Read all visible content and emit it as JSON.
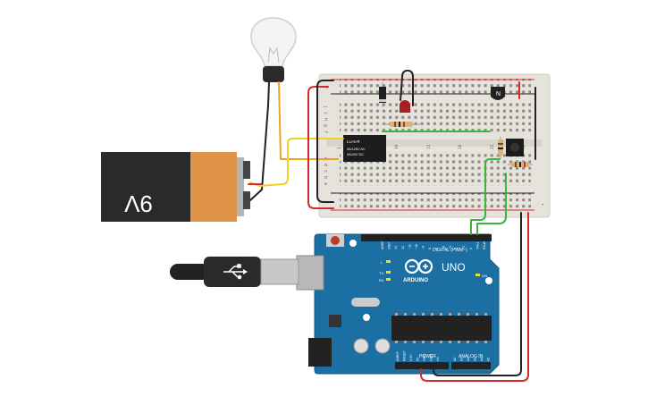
{
  "battery": {
    "label": "9V"
  },
  "relay": {
    "part": "LU-5-R",
    "line1": "3A/125V AC",
    "line2": "3A/24V DC"
  },
  "transistor": {
    "label": "N"
  },
  "arduino": {
    "brand": "ARDUINO",
    "model": "UNO",
    "digital_label": "DIGITAL (PWM~)",
    "power_label": "POWER",
    "analog_label": "ANALOG IN",
    "led_l": "L",
    "led_tx": "TX",
    "led_rx": "RX",
    "led_on": "ON",
    "digital_pins": [
      "AREF",
      "GND",
      "13",
      "12",
      "~11",
      "~10",
      "~9",
      "8",
      "7",
      "~6",
      "~5",
      "4",
      "~3",
      "2",
      "TX▸1",
      "RX◂0"
    ],
    "power_pins": [
      "IOREF",
      "RESET",
      "3.3V",
      "5V",
      "GND",
      "GND",
      "Vin"
    ],
    "analog_pins": [
      "A0",
      "A1",
      "A2",
      "A3",
      "A4",
      "A5"
    ]
  },
  "breadboard": {
    "row_letters_top": [
      "j",
      "i",
      "h",
      "g",
      "f"
    ],
    "row_letters_bottom": [
      "e",
      "d",
      "c",
      "b",
      "a"
    ],
    "column_numbers": [
      "1",
      "5",
      "10",
      "15",
      "20",
      "25",
      "30"
    ],
    "rail_plus": "+",
    "rail_minus": "-"
  },
  "colors": {
    "wire_red": "#d42a2a",
    "wire_black": "#222222",
    "wire_green": "#3cb43c",
    "wire_orange": "#f0a020",
    "wire_yellow": "#f0d020",
    "arduino_blue": "#1c6fa3",
    "breadboard": "#e6e3dc"
  }
}
